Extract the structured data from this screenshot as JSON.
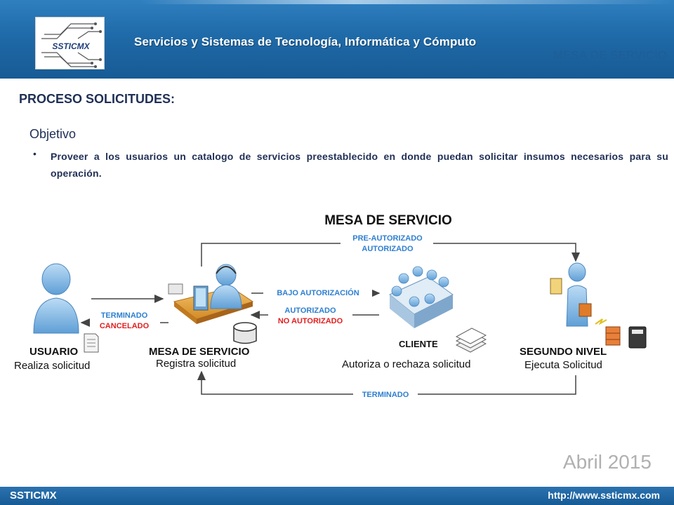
{
  "header": {
    "logo_text": "SSTICMX",
    "company_name": "Servicios y Sistemas de Tecnología, Informática y Cómputo",
    "tag": "MESA DE SERVICIO"
  },
  "content": {
    "section_title": "PROCESO SOLICITUDES:",
    "objective_heading": "Objetivo",
    "bullets": [
      "Proveer a los usuarios un catalogo de servicios preestablecido en donde puedan solicitar insumos necesarios para su operación."
    ]
  },
  "diagram": {
    "title": "MESA DE SERVICIO",
    "nodes": {
      "usuario": {
        "name": "USUARIO",
        "action": "Realiza solicitud"
      },
      "mesa": {
        "name": "MESA DE SERVICIO",
        "action": "Registra solicitud"
      },
      "cliente": {
        "name": "CLIENTE",
        "action": "Autoriza o rechaza solicitud"
      },
      "segundo": {
        "name": "SEGUNDO NIVEL",
        "action": "Ejecuta Solicitud"
      }
    },
    "flows": {
      "top_line1": "PRE-AUTORIZADO",
      "top_line2": "AUTORIZADO",
      "bajo_autorizacion": "BAJO AUTORIZACIÓN",
      "autorizado": "AUTORIZADO",
      "no_autorizado": "NO AUTORIZADO",
      "terminado": "TERMINADO",
      "cancelado": "CANCELADO",
      "bottom": "TERMINADO"
    },
    "colors": {
      "flow_blue": "#2e7fd0",
      "flow_red": "#e02020",
      "line_gray": "#444444"
    }
  },
  "date": "Abril 2015",
  "footer": {
    "left": "SSTICMX",
    "right": "http://www.ssticmx.com"
  }
}
